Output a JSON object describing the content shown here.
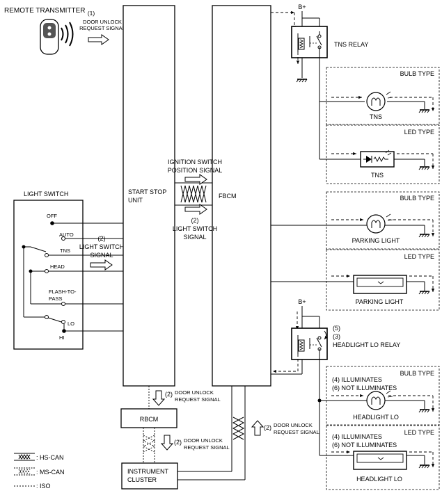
{
  "labels": {
    "remote_transmitter": "REMOTE TRANSMITTER",
    "step1_num": "(1)",
    "door_unlock_request_l1": "DOOR UNLOCK",
    "door_unlock_request_l2": "REQUEST SIGNAL",
    "start_stop_unit_l1": "START STOP",
    "start_stop_unit_l2": "UNIT",
    "fbcm": "FBCM",
    "ign_signal_l1": "IGNITION SWITCH",
    "ign_signal_l2": "POSITION SIGNAL",
    "step2_num": "(2)",
    "light_switch_signal_l1": "LIGHT SWITCH",
    "light_switch_signal_l2": "SIGNAL",
    "light_switch": "LIGHT SWITCH",
    "sw_off": "OFF",
    "sw_auto": "AUTO",
    "sw_tns": "TNS",
    "sw_head": "HEAD",
    "sw_flash_l1": "FLASH-TO-",
    "sw_flash_l2": "PASS",
    "sw_lo": "LO",
    "sw_hi": "HI",
    "b_plus": "B+",
    "tns_relay": "TNS RELAY",
    "bulb_type": "BULB TYPE",
    "led_type": "LED TYPE",
    "tns": "TNS",
    "parking_light": "PARKING LIGHT",
    "step5_num": "(5)",
    "step3_num": "(3)",
    "headlight_lo_relay": "HEADLIGHT LO RELAY",
    "illuminates": "(4) ILLUMINATES",
    "not_illuminates": "(6) NOT ILLUMINATES",
    "headlight_lo": "HEADLIGHT LO",
    "rbcm": "RBCM",
    "instrument_cluster_l1": "INSTRUMENT",
    "instrument_cluster_l2": "CLUSTER",
    "legend_hs_can": ": HS-CAN",
    "legend_ms_can": ": MS-CAN",
    "legend_iso": ": ISO"
  }
}
